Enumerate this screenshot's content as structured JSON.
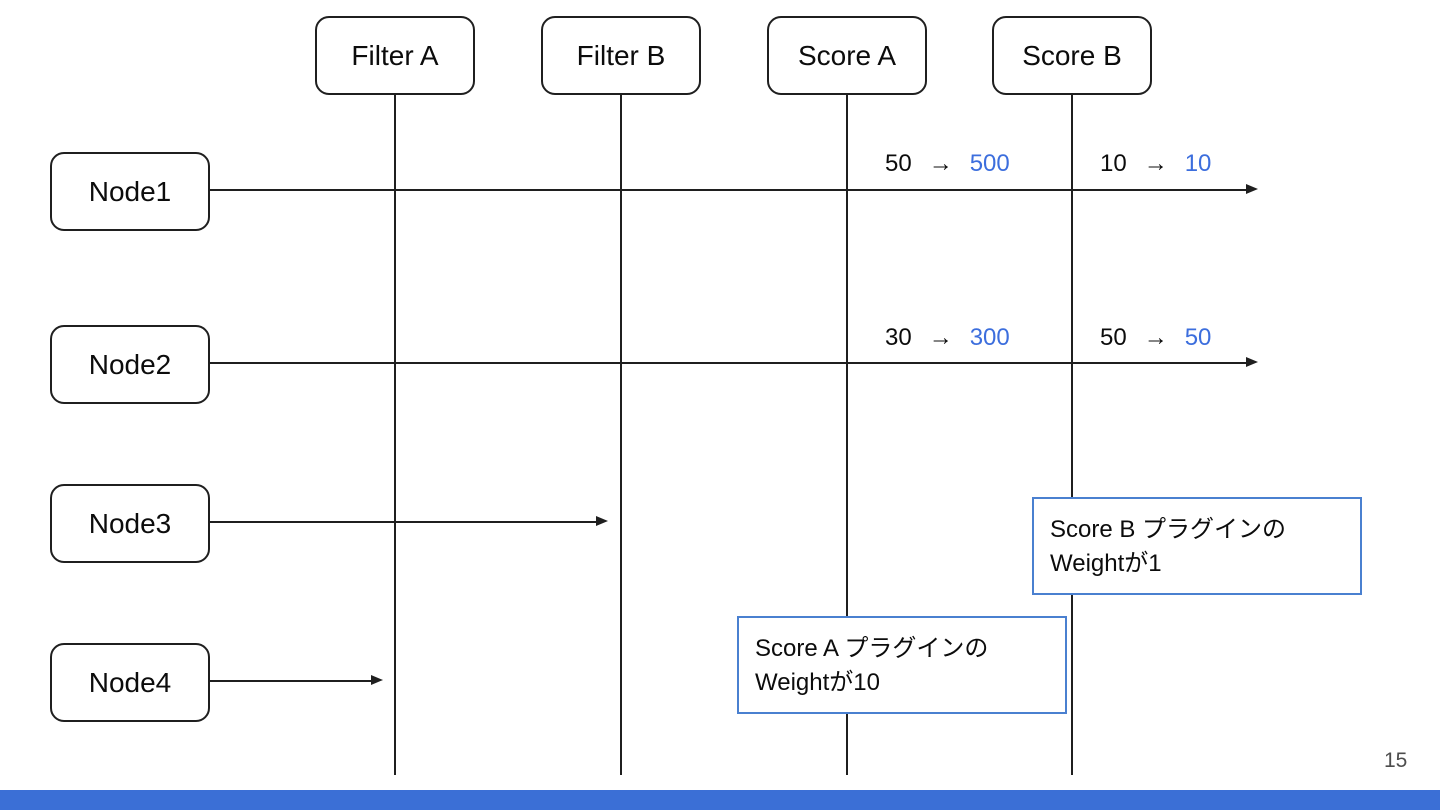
{
  "colors": {
    "accent_blue": "#3c6edd",
    "note_border": "#4a80d0",
    "footer_bar": "#3b6fd6",
    "diagram_line": "#1f1f1f",
    "page_number_gray": "#4d4d4d"
  },
  "glyphs": {
    "arrow_right": "→"
  },
  "page_number": "15",
  "plugins": [
    {
      "label": "Filter A"
    },
    {
      "label": "Filter B"
    },
    {
      "label": "Score A"
    },
    {
      "label": "Score B"
    }
  ],
  "nodes": [
    {
      "label": "Node1"
    },
    {
      "label": "Node2"
    },
    {
      "label": "Node3"
    },
    {
      "label": "Node4"
    }
  ],
  "score_annotations": [
    {
      "node": "Node1",
      "plugin": "Score A",
      "before": "50",
      "after": "500"
    },
    {
      "node": "Node1",
      "plugin": "Score B",
      "before": "10",
      "after": "10"
    },
    {
      "node": "Node2",
      "plugin": "Score A",
      "before": "30",
      "after": "300"
    },
    {
      "node": "Node2",
      "plugin": "Score B",
      "before": "50",
      "after": "50"
    }
  ],
  "notes": [
    {
      "line1": "Score A プラグインの",
      "line2": "Weightが10"
    },
    {
      "line1": "Score B プラグインの",
      "line2": "Weightが1"
    }
  ]
}
